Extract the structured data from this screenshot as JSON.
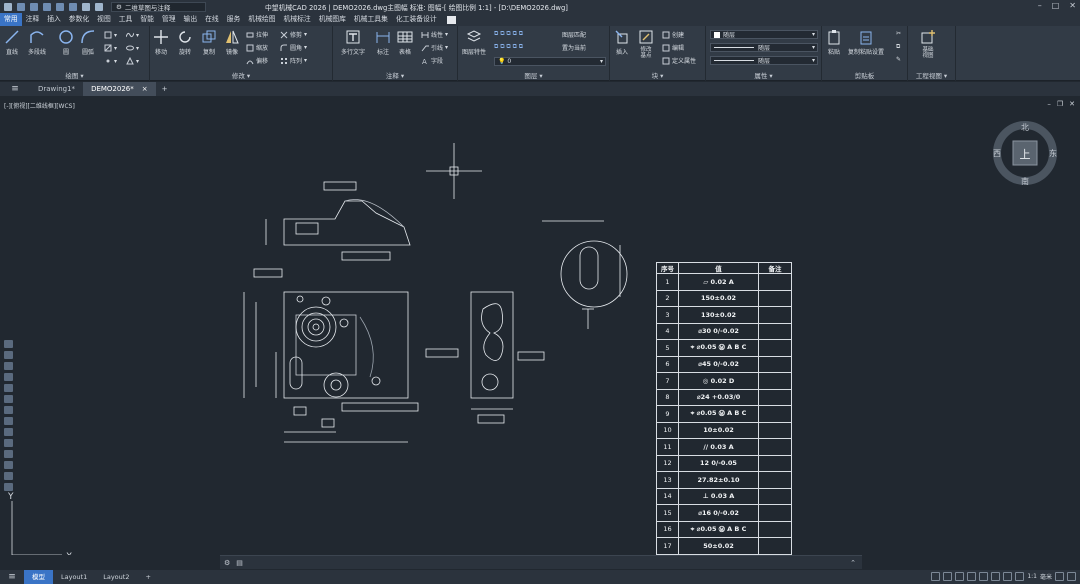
{
  "app": {
    "title": "中望机械CAD 2026 | DEMO2026.dwg主图幅  标准: 图幅-[ 绘图比例 1:1] - [D:\\DEMO2026.dwg]",
    "workspace": "二维草图与注释"
  },
  "menu": [
    "常用",
    "注释",
    "插入",
    "参数化",
    "视图",
    "工具",
    "智能",
    "管理",
    "输出",
    "在线",
    "服务",
    "机械绘图",
    "机械标注",
    "机械图库",
    "机械工具集",
    "化工装备设计"
  ],
  "ribbon": {
    "draw": {
      "title": "绘图",
      "line": "直线",
      "polyline": "多段线",
      "circle": "圆",
      "arc": "圆弧"
    },
    "modify": {
      "title": "修改",
      "move": "移动",
      "rotate": "旋转",
      "copy": "复制",
      "mirror": "镜像",
      "stretch": "拉伸",
      "scale": "缩放",
      "offset": "偏移",
      "trim": "修剪",
      "fillet": "圆角",
      "array": "阵列"
    },
    "annotation": {
      "title": "注释",
      "mtext": "多行文字",
      "dim": "标注",
      "table": "表格",
      "linear": "线性",
      "leader": "引线",
      "textstyle": "字段"
    },
    "layers": {
      "title": "图层",
      "props": "图层特性",
      "match": "图层匹配",
      "setcurrent": "置为当前",
      "layer0": "0"
    },
    "block": {
      "title": "块",
      "insert": "插入",
      "edit": "修改\n基点",
      "create": "创建",
      "editb": "编辑",
      "define": "定义属性"
    },
    "properties": {
      "title": "属性",
      "color": "随层",
      "linetype": "随层",
      "lineweight": "随层"
    },
    "clipboard": {
      "title": "剪贴板",
      "paste": "粘贴",
      "pastespecial": "复制粘贴设置"
    },
    "view": {
      "title": "工程视图",
      "base": "基础\n视图"
    }
  },
  "doc_tabs": [
    "Drawing1*",
    "DEMO2026*"
  ],
  "viewport_label": "[-][俯视][二维线框][WCS]",
  "viewcube": {
    "top": "上",
    "north": "北",
    "south": "南",
    "west": "西",
    "east": "东"
  },
  "table": {
    "headers": [
      "序号",
      "值",
      "备注"
    ],
    "rows": [
      {
        "n": "1",
        "v": "⏥ 0.02 A"
      },
      {
        "n": "2",
        "v": "150±0.02"
      },
      {
        "n": "3",
        "v": "130±0.02"
      },
      {
        "n": "4",
        "v": "⌀30 0/-0.02"
      },
      {
        "n": "5",
        "v": "⌖ ⌀0.05 Ⓜ A B C"
      },
      {
        "n": "6",
        "v": "⌀45 0/-0.02"
      },
      {
        "n": "7",
        "v": "◎ 0.02 D"
      },
      {
        "n": "8",
        "v": "⌀24 +0.03/0"
      },
      {
        "n": "9",
        "v": "⌖ ⌀0.05 Ⓜ A B C"
      },
      {
        "n": "10",
        "v": "10±0.02"
      },
      {
        "n": "11",
        "v": "// 0.03 A"
      },
      {
        "n": "12",
        "v": "12 0/-0.05"
      },
      {
        "n": "13",
        "v": "27.82±0.10"
      },
      {
        "n": "14",
        "v": "⊥ 0.03 A"
      },
      {
        "n": "15",
        "v": "⌀16 0/-0.02"
      },
      {
        "n": "16",
        "v": "⌖ ⌀0.05 Ⓜ A B C"
      },
      {
        "n": "17",
        "v": "50±0.02"
      }
    ]
  },
  "layout_tabs": [
    "模型",
    "Layout1",
    "Layout2"
  ],
  "status": {
    "scale": "1:1",
    "unit": "毫米"
  }
}
